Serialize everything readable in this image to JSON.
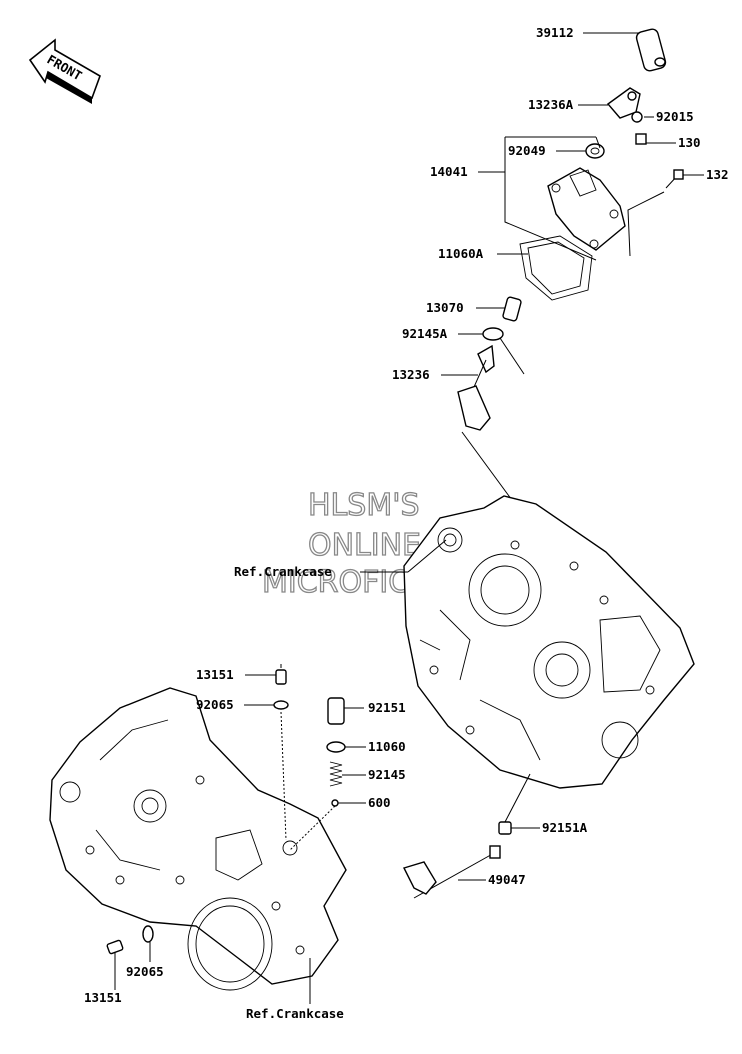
{
  "front_arrow": {
    "label": "FRONT"
  },
  "watermark": {
    "line1": "HLSM'S",
    "line2": "ONLINE",
    "line3": "MICROFICHE"
  },
  "callouts": {
    "p39112": "39112",
    "p13236A": "13236A",
    "p92015": "92015",
    "p130": "130",
    "p92049": "92049",
    "p14041": "14041",
    "p132": "132",
    "p11060A": "11060A",
    "p13070": "13070",
    "p92145A": "92145A",
    "p13236": "13236",
    "ref_crankcase_top": "Ref.Crankcase",
    "p13151_top": "13151",
    "p92065_top": "92065",
    "p92151": "92151",
    "p11060": "11060",
    "p92145": "92145",
    "p600": "600",
    "p92151A": "92151A",
    "p49047": "49047",
    "p92065_bottom": "92065",
    "p13151_bottom": "13151",
    "ref_crankcase_bottom": "Ref.Crankcase"
  }
}
